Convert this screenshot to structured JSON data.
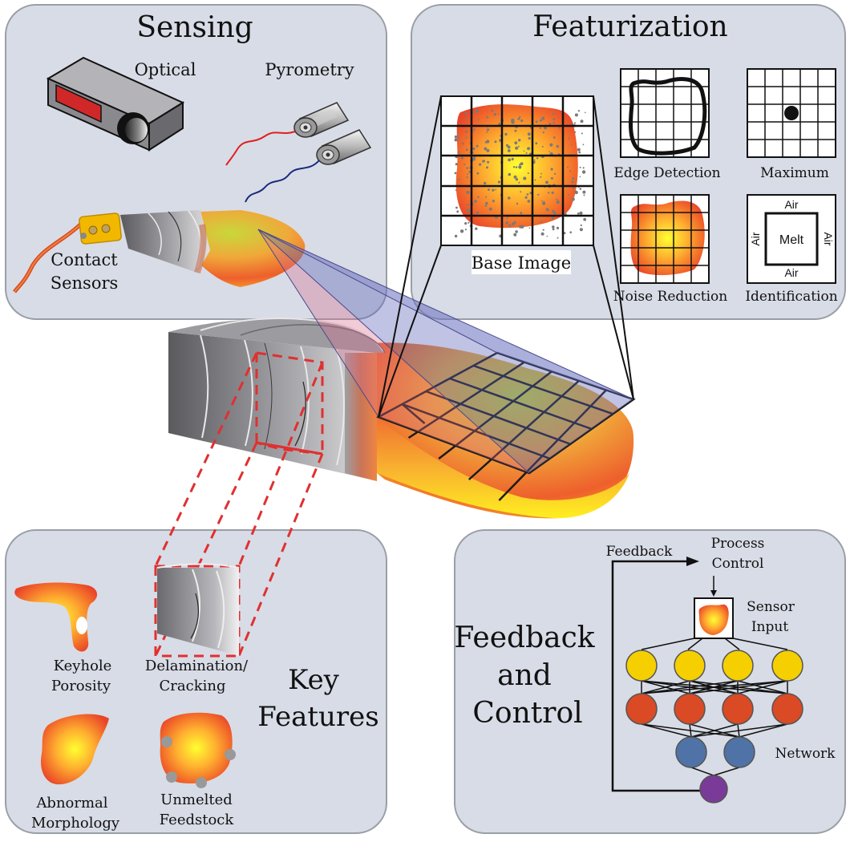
{
  "colors": {
    "panel_fill": "#d8dce6",
    "panel_stroke": "#9a9ea6",
    "red_dash": "#e03030",
    "navy": "#1a2a80",
    "yellow_node": "#f5cf00",
    "red_node": "#d94a25",
    "blue_node": "#4f73a6",
    "purple_node": "#7a3a98"
  },
  "sensing": {
    "title": "Sensing",
    "optical": "Optical",
    "pyrometry": "Pyrometry",
    "contact_line1": "Contact",
    "contact_line2": "Sensors"
  },
  "featurization": {
    "title": "Featurization",
    "base_image": "Base Image",
    "edge_detection": "Edge Detection",
    "maximum": "Maximum",
    "noise_reduction": "Noise Reduction",
    "identification": "Identification",
    "air_top": "Air",
    "air_bottom": "Air",
    "air_left": "Air",
    "air_right": "Air",
    "melt": "Melt"
  },
  "key_features": {
    "title_line1": "Key",
    "title_line2": "Features",
    "keyhole_line1": "Keyhole",
    "keyhole_line2": "Porosity",
    "delam_line1": "Delamination/",
    "delam_line2": "Cracking",
    "abnormal_line1": "Abnormal",
    "abnormal_line2": "Morphology",
    "unmelted_line1": "Unmelted",
    "unmelted_line2": "Feedstock"
  },
  "feedback": {
    "title_line1": "Feedback",
    "title_line2": "and",
    "title_line3": "Control",
    "feedback_label": "Feedback",
    "process_line1": "Process",
    "process_line2": "Control",
    "sensor_line1": "Sensor",
    "sensor_line2": "Input",
    "network": "Network"
  }
}
